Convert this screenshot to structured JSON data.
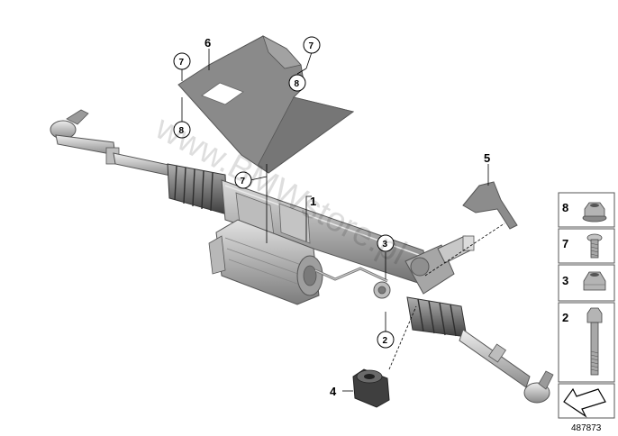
{
  "diagram": {
    "figure_number": "487873",
    "watermark": "www.BMWstore.pl",
    "callouts": [
      {
        "id": "c1",
        "label": "1"
      },
      {
        "id": "c2",
        "label": "2"
      },
      {
        "id": "c3",
        "label": "3"
      },
      {
        "id": "c4",
        "label": "4"
      },
      {
        "id": "c5",
        "label": "5"
      },
      {
        "id": "c6",
        "label": "6"
      },
      {
        "id": "c7a",
        "label": "7"
      },
      {
        "id": "c7b",
        "label": "7"
      },
      {
        "id": "c7c",
        "label": "7"
      },
      {
        "id": "c8a",
        "label": "8"
      },
      {
        "id": "c8b",
        "label": "8"
      }
    ],
    "hardware_panel": [
      {
        "label": "8",
        "icon": "flange-nut-icon"
      },
      {
        "label": "7",
        "icon": "bolt-short-icon"
      },
      {
        "label": "3",
        "icon": "self-locking-nut-icon"
      },
      {
        "label": "2",
        "icon": "hex-bolt-long-icon"
      },
      {
        "label": "",
        "icon": "arrow-icon"
      }
    ]
  }
}
